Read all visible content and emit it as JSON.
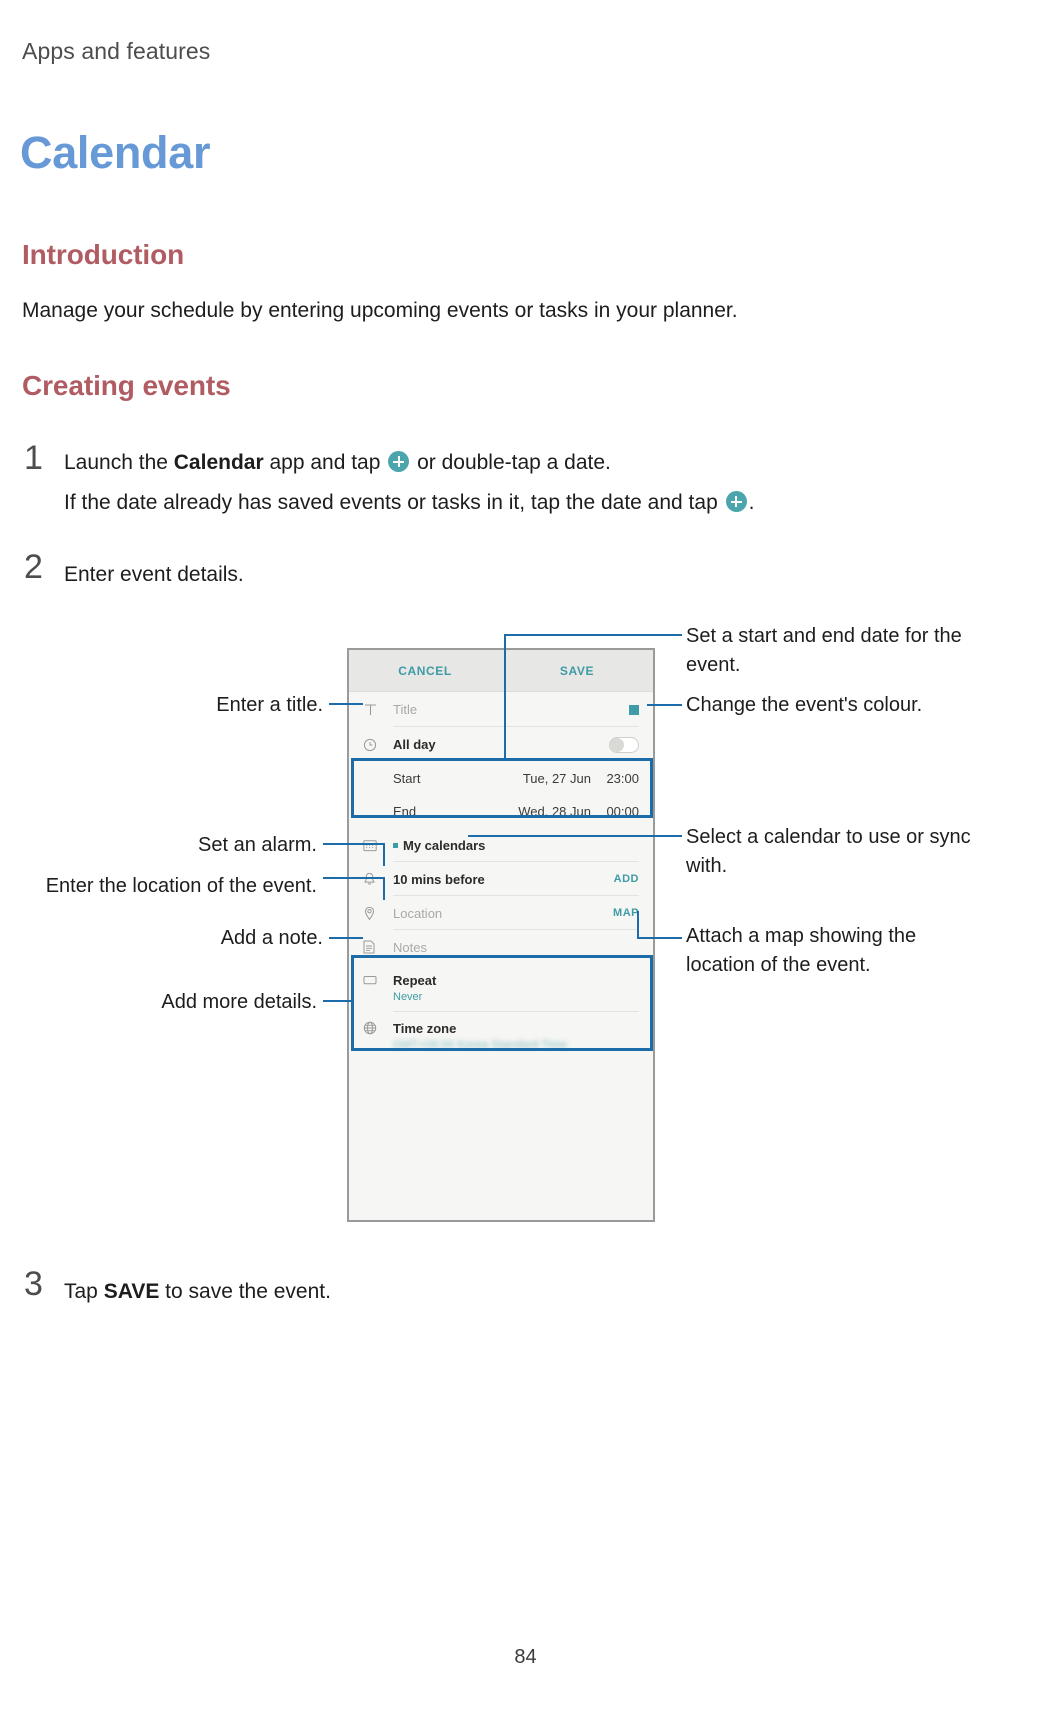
{
  "header": {
    "running_header": "Apps and features"
  },
  "chapter": {
    "title": "Calendar"
  },
  "sections": {
    "introduction": {
      "heading": "Introduction",
      "paragraph": "Manage your schedule by entering upcoming events or tasks in your planner."
    },
    "creating_events": {
      "heading": "Creating events"
    }
  },
  "steps": [
    {
      "number": "1",
      "line1_a": "Launch the ",
      "line1_b": "Calendar",
      "line1_c": " app and tap ",
      "line1_d": " or double-tap a date.",
      "line2_a": "If the date already has saved events or tasks in it, tap the date and tap ",
      "line2_b": "."
    },
    {
      "number": "2",
      "text": "Enter event details."
    },
    {
      "number": "3",
      "text_a": "Tap ",
      "text_b": "SAVE",
      "text_c": " to save the event."
    }
  ],
  "phone": {
    "topbar": {
      "cancel": "CANCEL",
      "save": "SAVE"
    },
    "rows": {
      "title_placeholder": "Title",
      "all_day": "All day",
      "start_label": "Start",
      "start_date": "Tue, 27 Jun",
      "start_time": "23:00",
      "end_label": "End",
      "end_date": "Wed, 28 Jun",
      "end_time": "00:00",
      "my_calendars": "My calendars",
      "alarm": "10 mins before",
      "alarm_action": "ADD",
      "location_placeholder": "Location",
      "location_action": "MAP",
      "notes_placeholder": "Notes",
      "repeat_label": "Repeat",
      "repeat_value": "Never",
      "timezone_label": "Time zone",
      "timezone_value": "GMT+09:00 Korea Standard Time"
    }
  },
  "callouts": {
    "enter_title": "Enter a title.",
    "set_alarm": "Set an alarm.",
    "enter_location": "Enter the location of the event.",
    "add_note": "Add a note.",
    "add_more_details": "Add more details.",
    "start_end_date": "Set a start and end date for the event.",
    "change_colour": "Change the event's colour.",
    "select_calendar": "Select a calendar to use or sync with.",
    "attach_map": "Attach a map showing the location of the event."
  },
  "footer": {
    "page_number": "84"
  },
  "colors": {
    "chapter_blue": "#6699d6",
    "heading_maroon": "#b05c62",
    "accent_teal": "#3f9ba5",
    "plus_teal": "#4aa5ad",
    "callout_blue": "#1b6ca8"
  }
}
